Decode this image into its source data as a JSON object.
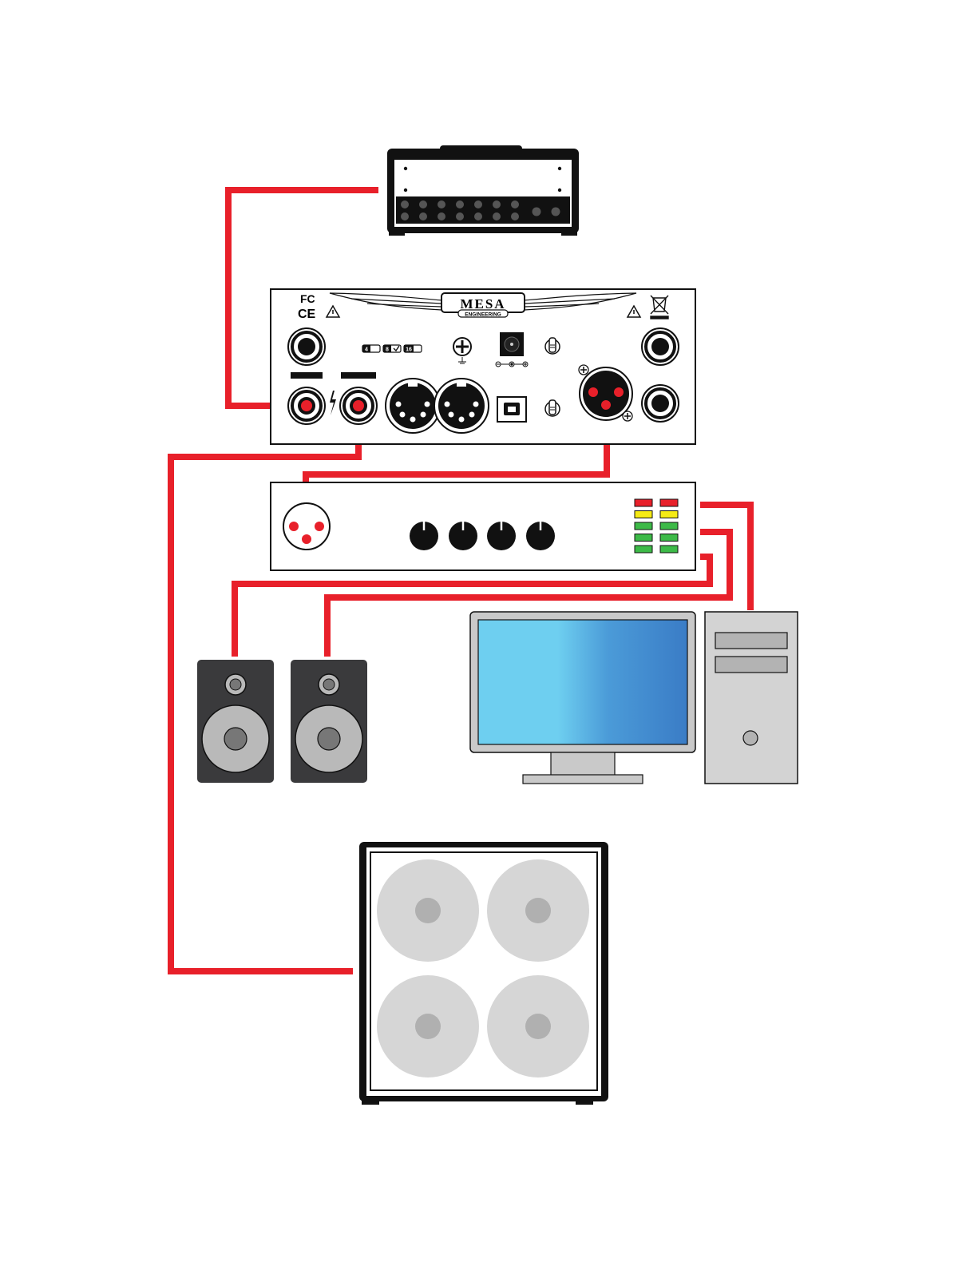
{
  "colors": {
    "cable": "#e8202a",
    "outline": "#111111",
    "panel": "#ffffff",
    "led_red": "#e8202a",
    "led_yellow": "#f5ea14",
    "led_green": "#3dba48",
    "speaker_box": "#3a3a3c",
    "speaker_cone": "#b9b9b9",
    "cab_cone": "#d6d6d6",
    "cab_dustcap": "#b0b0b0",
    "tower": "#d3d3d3",
    "monitor_bezel": "#c9c9c9",
    "screen_light": "#6ecff0",
    "screen_dark": "#3a7cc6"
  },
  "brand": {
    "name": "MESA",
    "sub": "ENGINEERING"
  },
  "rear_panel": {
    "fcc_mark": "FC",
    "ce_mark": "CE",
    "impedance_options": [
      "4",
      "8",
      "16"
    ],
    "selected_impedance": "8"
  },
  "devices": [
    "amplifier-head",
    "mesa-rear-panel",
    "audio-interface",
    "studio-monitor-left",
    "studio-monitor-right",
    "computer-monitor",
    "computer-tower",
    "guitar-cabinet-4x12"
  ],
  "cables": [
    "head-to-panel-input",
    "panel-speaker-out-to-cabinet",
    "panel-xlr-to-interface",
    "interface-to-monitor-left",
    "interface-to-monitor-right",
    "interface-to-computer"
  ]
}
